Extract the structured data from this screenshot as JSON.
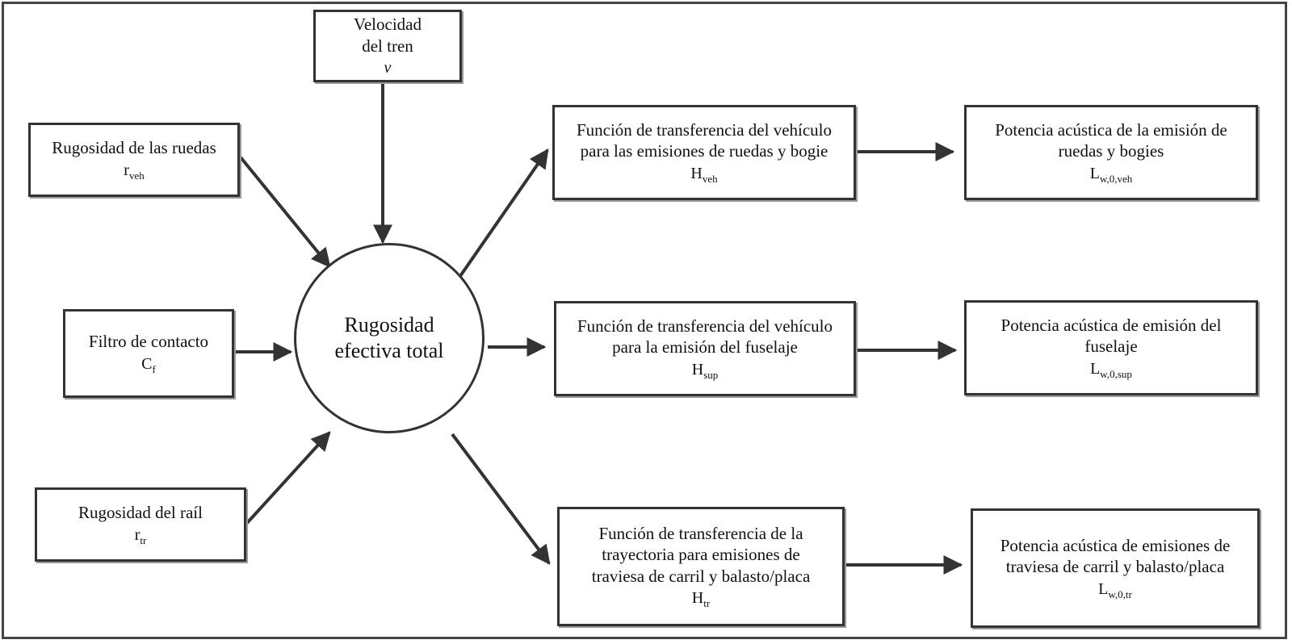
{
  "center": {
    "line1": "Rugosidad",
    "line2": "efectiva total"
  },
  "inputs": {
    "speed": {
      "line1": "Velocidad",
      "line2": "del tren",
      "symbol": "v"
    },
    "wheels": {
      "label": "Rugosidad de las ruedas",
      "symbol": "r",
      "sub": "veh"
    },
    "filter": {
      "label": "Filtro de contacto",
      "symbol": "C",
      "sub": "f"
    },
    "rail": {
      "label": "Rugosidad del raíl",
      "symbol": "r",
      "sub": "tr"
    }
  },
  "transfer": {
    "vehicle": {
      "line1": "Función de transferencia del vehículo",
      "line2": "para las emisiones de ruedas y bogie",
      "symbol": "H",
      "sub": "veh"
    },
    "superstructure": {
      "line1": "Función de transferencia del vehículo",
      "line2": "para la emisión del fuselaje",
      "symbol": "H",
      "sub": "sup"
    },
    "track": {
      "line1": "Función de transferencia de la",
      "line2": "trayectoria para emisiones de",
      "line3": "traviesa de carril y balasto/placa",
      "symbol": "H",
      "sub": "tr"
    }
  },
  "outputs": {
    "vehicle": {
      "line1": "Potencia acústica de la emisión de",
      "line2": "ruedas y bogies",
      "symbol": "L",
      "sub": "w,0,veh"
    },
    "superstructure": {
      "line1": "Potencia acústica de emisión del",
      "line2": "fuselaje",
      "symbol": "L",
      "sub": "w,0,sup"
    },
    "track": {
      "line1": "Potencia acústica de emisiones de",
      "line2": "traviesa de carril y balasto/placa",
      "symbol": "L",
      "sub": "w,0,tr"
    }
  }
}
